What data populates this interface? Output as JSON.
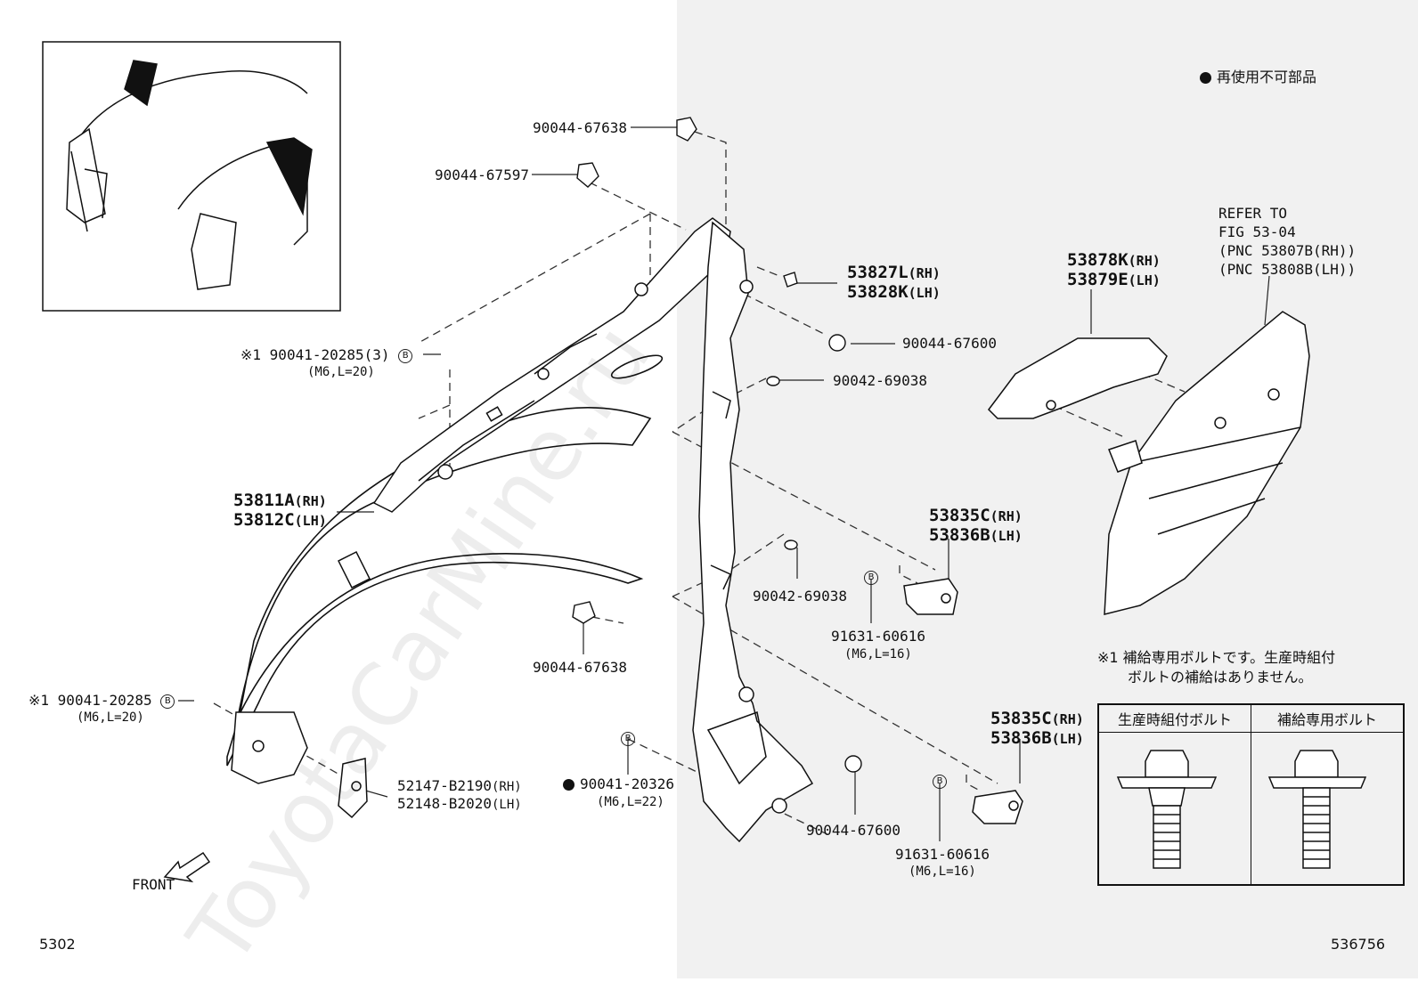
{
  "legend": {
    "non_reusable": "再使用不可部品"
  },
  "note": {
    "line1": "※1 補給専用ボルトです。生産時組付",
    "line2": "ボルトの補給はありません。"
  },
  "bolt_table": {
    "col1": "生産時組付ボルト",
    "col2": "補給専用ボルト"
  },
  "refer": {
    "line1": "REFER TO",
    "line2": "FIG 53-04",
    "line3": "(PNC 53807B(RH))",
    "line4": "(PNC 53808B(LH))"
  },
  "labels": {
    "p90044_67638_top": "90044-67638",
    "p90044_67597": "90044-67597",
    "p53827L": "53827L",
    "p53828K": "53828K",
    "rh": "(RH)",
    "lh": "(LH)",
    "p90044_67600_a": "90044-67600",
    "p90042_69038_a": "90042-69038",
    "p90041_20285_3": "※1 90041-20285(3)",
    "spec_m6_l20_a": "(M6,L=20)",
    "p53811A": "53811A",
    "p53812C": "53812C",
    "p53835C_a": "53835C",
    "p53836B_a": "53836B",
    "p90042_69038_b": "90042-69038",
    "p91631_60616_a": "91631-60616",
    "spec_m6_l16_a": "(M6,L=16)",
    "p90044_67638_b": "90044-67638",
    "p90041_20285": "※1 90041-20285",
    "spec_m6_l20_b": "(M6,L=20)",
    "p53835C_b": "53835C",
    "p53836B_b": "53836B",
    "p52147": "52147-B2190",
    "p52148": "52148-B2020",
    "p90041_20326": "90041-20326",
    "spec_m6_l22": "(M6,L=22)",
    "p90044_67600_b": "90044-67600",
    "p91631_60616_b": "91631-60616",
    "spec_m6_l16_b": "(M6,L=16)",
    "p53878K": "53878K",
    "p53879E": "53879E",
    "front": "FRONT",
    "ref_b": "B"
  },
  "footer": {
    "left": "5302",
    "right": "536756"
  },
  "watermark": "ToyotaCarMine.ru"
}
